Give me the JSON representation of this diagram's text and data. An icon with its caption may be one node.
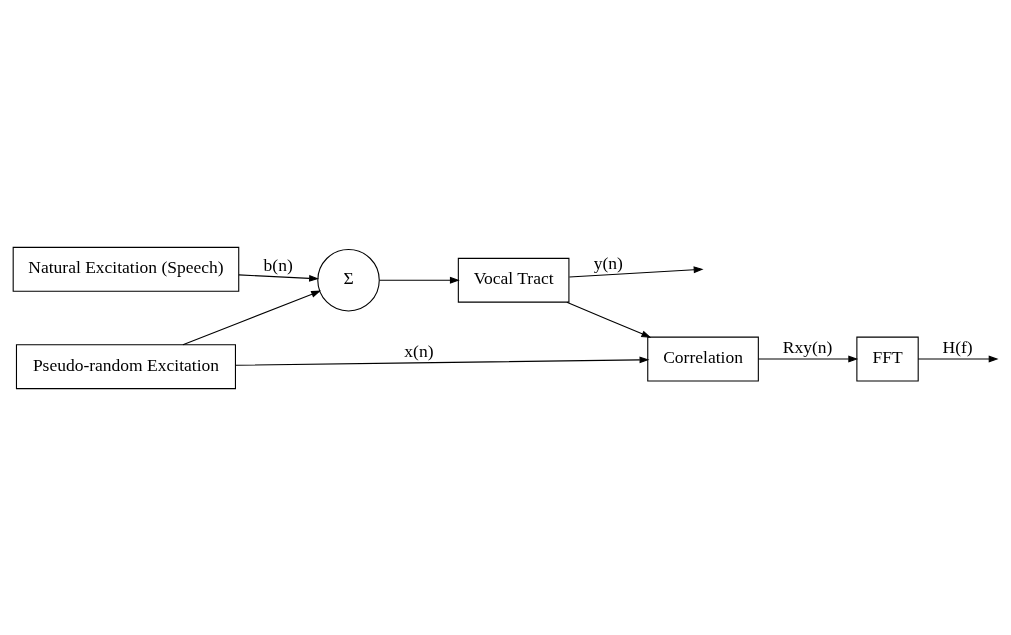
{
  "diagram": {
    "nodes": [
      {
        "text": [
          "Natural Excitation (Speech)"
        ]
      },
      {
        "text": [
          "Pseudo-random Excitation"
        ]
      },
      {
        "text": [
          "Σ"
        ]
      },
      {
        "text": [
          "Vocal Tract"
        ]
      },
      {
        "text": [
          "Correlation"
        ]
      },
      {
        "text": [
          "FFT"
        ]
      }
    ],
    "edges": [
      {
        "from": 0,
        "to": 2,
        "label": "b(n)",
        "arrow": "to"
      },
      {
        "from": 1,
        "to": 2,
        "arrow": "to"
      },
      {
        "from": 1,
        "to": 4,
        "label": "x(n)",
        "arrow": "to"
      },
      {
        "from": 2,
        "to": 3,
        "arrow": "to"
      },
      {
        "from": 3,
        "to": null,
        "label": "y(n)",
        "arrow": "to"
      },
      {
        "from": 3,
        "to": 4,
        "arrow": "to"
      },
      {
        "from": 4,
        "to": 5,
        "label": "Rxy(n)",
        "arrow": "to"
      },
      {
        "from": 5,
        "to": null,
        "label": "H(f)",
        "arrow": "to"
      }
    ]
  }
}
